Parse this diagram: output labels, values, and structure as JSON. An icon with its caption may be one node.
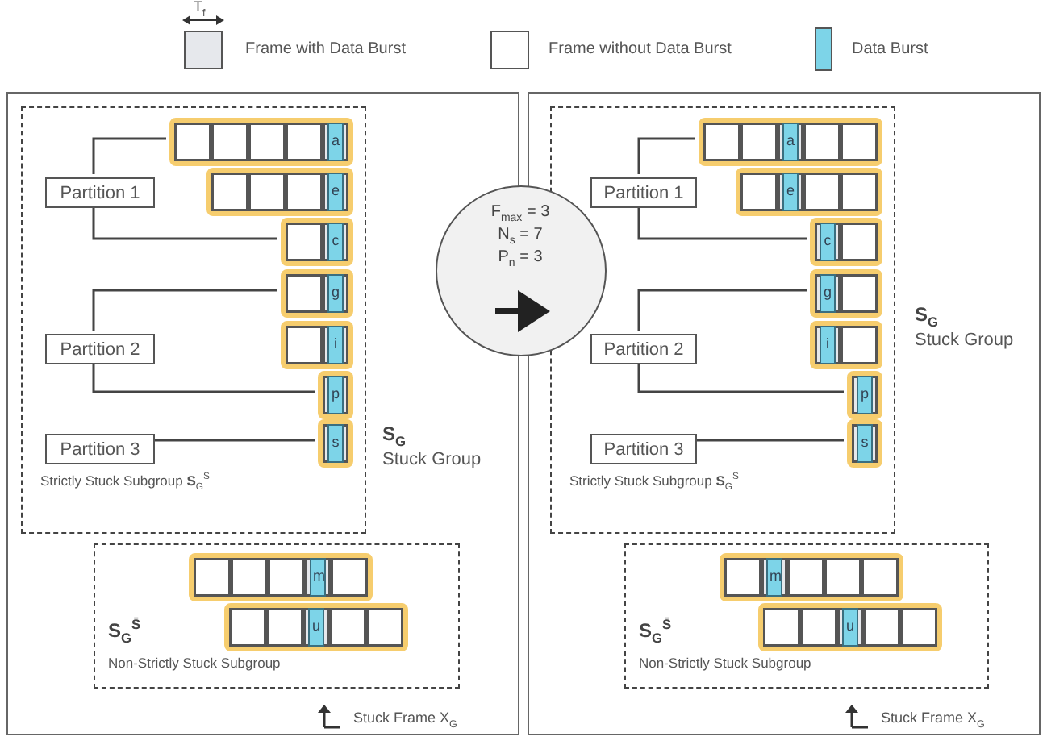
{
  "diagram": {
    "nodes": [
      {
        "text": [
          "S$_{G}$",
          "Stuck Group",
          "Stuck Frame X$_{G}$"
        ]
      },
      {
        "text": [
          "Strictly Stuck Subgroup **S**$_{G}$$^{S}$"
        ],
        "in": 0
      },
      {
        "text": [
          "Partition 1"
        ],
        "in": 1
      },
      {
        "text": [
          "Partition 2"
        ],
        "in": 1
      },
      {
        "text": [
          "Partition 3"
        ],
        "in": 1
      },
      {
        "text": [
          "a"
        ],
        "in": 1
      },
      {
        "text": [
          "e"
        ],
        "in": 1
      },
      {
        "text": [
          "c"
        ],
        "in": 1
      },
      {
        "text": [
          "g"
        ],
        "in": 1
      },
      {
        "text": [
          "i"
        ],
        "in": 1
      },
      {
        "text": [
          "p"
        ],
        "in": 1
      },
      {
        "text": [
          "s"
        ],
        "in": 1
      },
      {
        "text": [
          "S$_{G}$$^{S̄}$",
          "Non-Strictly Stuck Subgroup"
        ],
        "in": 0
      },
      {
        "text": [
          "m"
        ],
        "in": 12
      },
      {
        "text": [
          "u"
        ],
        "in": 12
      },
      {
        "text": [
          "F$_{max}$ = 3",
          "N$_{s}$ = 7",
          "P$_{n}$ = 3"
        ]
      },
      {
        "text": [
          "S$_{G}$",
          "Stuck Group",
          "Stuck Frame X$_{G}$"
        ]
      },
      {
        "text": [
          "Strictly Stuck Subgroup **S**$_{G}$$^{S}$"
        ],
        "in": 16
      },
      {
        "text": [
          "Partition 1"
        ],
        "in": 17
      },
      {
        "text": [
          "Partition 2"
        ],
        "in": 17
      },
      {
        "text": [
          "Partition 3"
        ],
        "in": 17
      },
      {
        "text": [
          "a"
        ],
        "in": 17
      },
      {
        "text": [
          "e"
        ],
        "in": 17
      },
      {
        "text": [
          "c"
        ],
        "in": 17
      },
      {
        "text": [
          "g"
        ],
        "in": 17
      },
      {
        "text": [
          "i"
        ],
        "in": 17
      },
      {
        "text": [
          "p"
        ],
        "in": 17
      },
      {
        "text": [
          "s"
        ],
        "in": 17
      },
      {
        "text": [
          "S$_{G}$$^{S̄}$",
          "Non-Strictly Stuck Subgroup"
        ],
        "in": 16
      },
      {
        "text": [
          "m"
        ],
        "in": 28
      },
      {
        "text": [
          "u"
        ],
        "in": 28
      }
    ],
    "edges": [
      {
        "from": 2,
        "to": 5,
        "arrow": "none"
      },
      {
        "from": 2,
        "to": 7,
        "arrow": "none"
      },
      {
        "from": 3,
        "to": 8,
        "arrow": "none"
      },
      {
        "from": 3,
        "to": 10,
        "arrow": "none"
      },
      {
        "from": 4,
        "to": 11,
        "arrow": "none"
      },
      {
        "from": 18,
        "to": 21,
        "arrow": "none"
      },
      {
        "from": 18,
        "to": 23,
        "arrow": "none"
      },
      {
        "from": 19,
        "to": 24,
        "arrow": "none"
      },
      {
        "from": 19,
        "to": 26,
        "arrow": "none"
      },
      {
        "from": 20,
        "to": 27,
        "arrow": "none"
      }
    ],
    "labels": [
      "T$_{f}$"
    ],
    "legend": [
      {
        "text": "Frame with Data Burst",
        "color": "#e6e8ec"
      },
      {
        "text": "Frame without Data Burst",
        "color": "#ffffff"
      },
      {
        "text": "Data Burst",
        "color": "#7dd4e8"
      }
    ]
  }
}
